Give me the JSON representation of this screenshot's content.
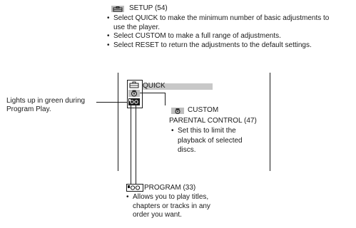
{
  "setup": {
    "heading": "SETUP (54)",
    "bullets": [
      "Select QUICK to make the minimum number of basic adjustments to use the player.",
      "Select CUSTOM to make a full range of adjustments.",
      "Select RESET to return the adjustments to the default settings."
    ],
    "icon": "toolbox-icon"
  },
  "menu": {
    "quick_label": "QUICK",
    "highlight_color": "#c8c8c8",
    "icons": [
      "toolbox-icon",
      "lock-face-icon",
      "program-icon"
    ]
  },
  "side_note": "Lights up in green during Program Play.",
  "custom": {
    "label": "CUSTOM",
    "icon": "lock-face-icon"
  },
  "parental": {
    "heading": "PARENTAL CONTROL (47)",
    "bullets": [
      "Set this to limit the playback of selected discs."
    ]
  },
  "program": {
    "heading": "PROGRAM (33)",
    "icon": "program-icon",
    "bullets": [
      "Allows you to play titles, chapters or tracks in any order you want."
    ]
  }
}
